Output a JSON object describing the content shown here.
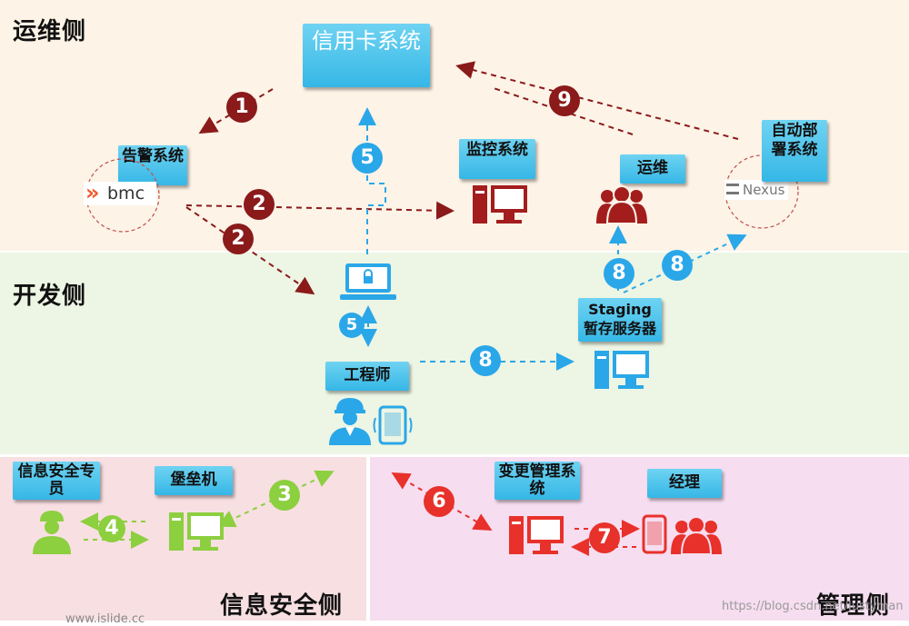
{
  "zones": {
    "ops_title": "运维侧",
    "dev_title": "开发侧",
    "infosec_title": "信息安全侧",
    "mgmt_title": "管理侧"
  },
  "labels": {
    "credit_card_system": "信用卡系统",
    "alarm_system": "告警系统",
    "monitoring_system": "监控系统",
    "ops": "运维",
    "auto_deploy_system": "自动部署系统",
    "staging_server": "Staging暂存服务器",
    "engineer": "工程师",
    "infosec_officer": "信息安全专员",
    "bastion_host": "堡垒机",
    "change_mgmt_system": "变更管理系统",
    "manager": "经理",
    "bmc_logo": "bmc",
    "nexus_logo": "Nexus"
  },
  "steps": {
    "s1": "1",
    "s2a": "2",
    "s2b": "2",
    "s3": "3",
    "s4": "4",
    "s5a": "5",
    "s5b": "5",
    "s6": "6",
    "s7": "7",
    "s8a": "8",
    "s8b": "8",
    "s8c": "8",
    "s9": "9"
  },
  "watermark": {
    "left": "www.islide.cc",
    "right": "https://blog.csdn.net/Justyman"
  },
  "colors": {
    "ops_bg": "#fdf3e7",
    "dev_bg": "#edf5e4",
    "infosec_bg": "#f8dfe2",
    "mgmt_bg": "#f6ddf0",
    "tag_blue": "#48c0ea",
    "dark_red": "#8b1a1a",
    "blue": "#2aa7e8",
    "green": "#8ccf3f",
    "red": "#e8312a"
  },
  "icons": [
    "bmc-logo",
    "monitor-icon",
    "people-icon",
    "nexus-logo",
    "laptop-lock-icon",
    "engineer-icon",
    "phone-icon",
    "server-icon",
    "user-icon",
    "computer-icon"
  ]
}
